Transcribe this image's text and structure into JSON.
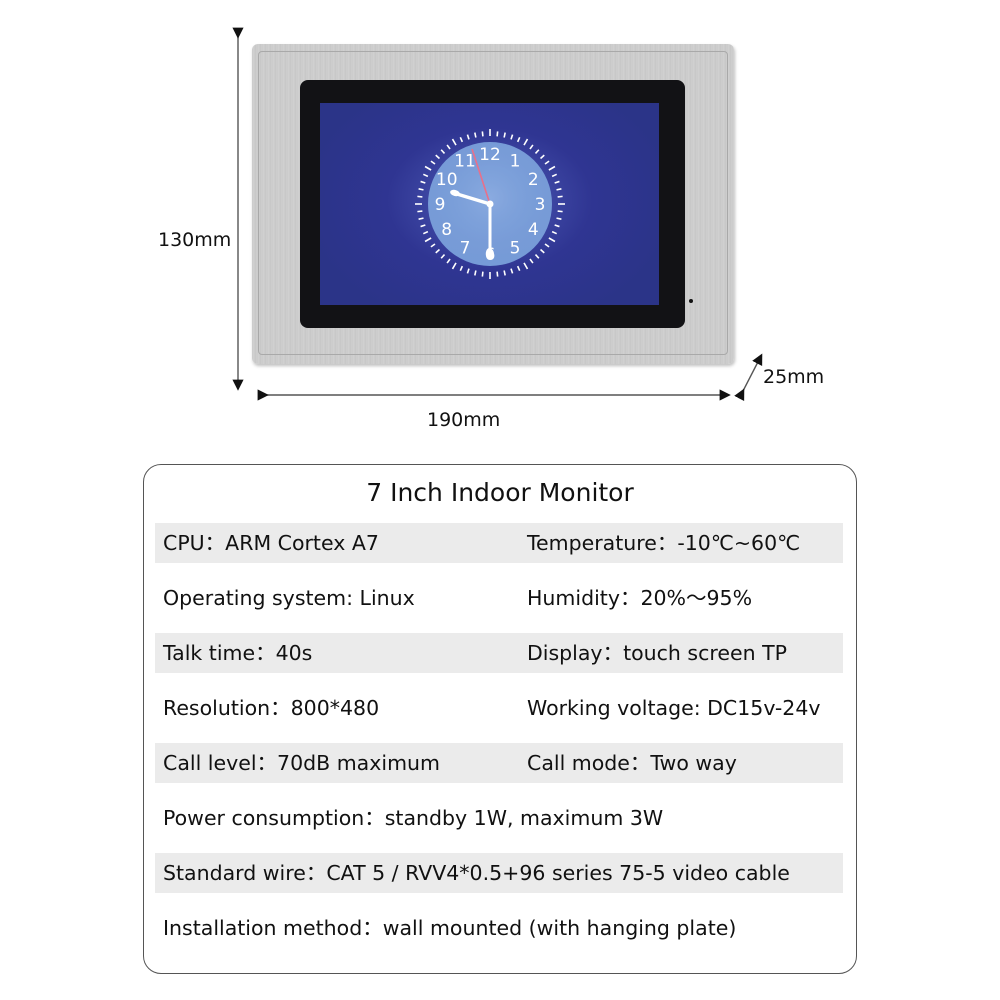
{
  "product_drawing": {
    "dimensions": {
      "height_label": "130mm",
      "width_label": "190mm",
      "depth_label": "25mm"
    },
    "colors": {
      "frame": "#cccccc",
      "bezel": "#121215",
      "screen": "#2f3592",
      "clock_face": "#7a9fd9",
      "second_hand": "#e8708a"
    },
    "screen_clock": {
      "numerals": [
        "12",
        "1",
        "2",
        "3",
        "4",
        "5",
        "6",
        "7",
        "8",
        "9",
        "10",
        "11"
      ],
      "time_shown": "9:30"
    }
  },
  "spec_card": {
    "title": "7 Inch Indoor Monitor",
    "rows": [
      {
        "shaded": true,
        "left": "CPU：ARM Cortex A7",
        "right": "Temperature：-10℃~60℃"
      },
      {
        "shaded": false,
        "left": "Operating system: Linux",
        "right": "Humidity：20%～95%"
      },
      {
        "shaded": true,
        "left": "Talk time：40s",
        "right": "Display：touch screen TP"
      },
      {
        "shaded": false,
        "left": "Resolution：800*480",
        "right": "Working voltage: DC15v-24v"
      },
      {
        "shaded": true,
        "left": "Call level：70dB maximum",
        "right": "Call mode：Two way"
      },
      {
        "shaded": false,
        "left": "Power consumption：standby 1W, maximum 3W"
      },
      {
        "shaded": true,
        "left": "Standard wire：CAT 5 / RVV4*0.5+96 series 75-5 video cable"
      },
      {
        "shaded": false,
        "left": "Installation method：wall mounted (with hanging plate)"
      }
    ]
  }
}
